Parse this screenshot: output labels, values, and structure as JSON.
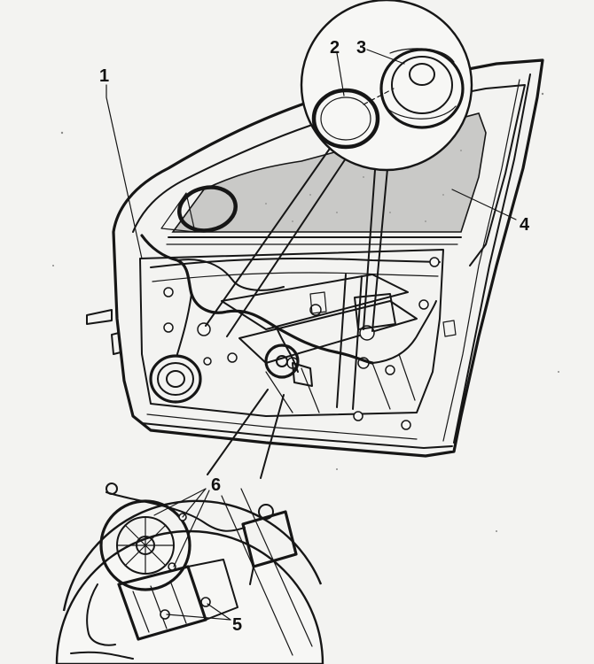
{
  "figure": {
    "colors": {
      "background": "#f3f3f1",
      "ink": "#161616",
      "glass": "#c9c9c7",
      "panel": "#ececea",
      "lens_fill": "#f7f7f5"
    },
    "callouts": [
      {
        "id": "c1",
        "label": "1"
      },
      {
        "id": "c2",
        "label": "2"
      },
      {
        "id": "c3",
        "label": "3"
      },
      {
        "id": "c4",
        "label": "4"
      },
      {
        "id": "c5",
        "label": "5"
      },
      {
        "id": "c6",
        "label": "6"
      }
    ]
  }
}
